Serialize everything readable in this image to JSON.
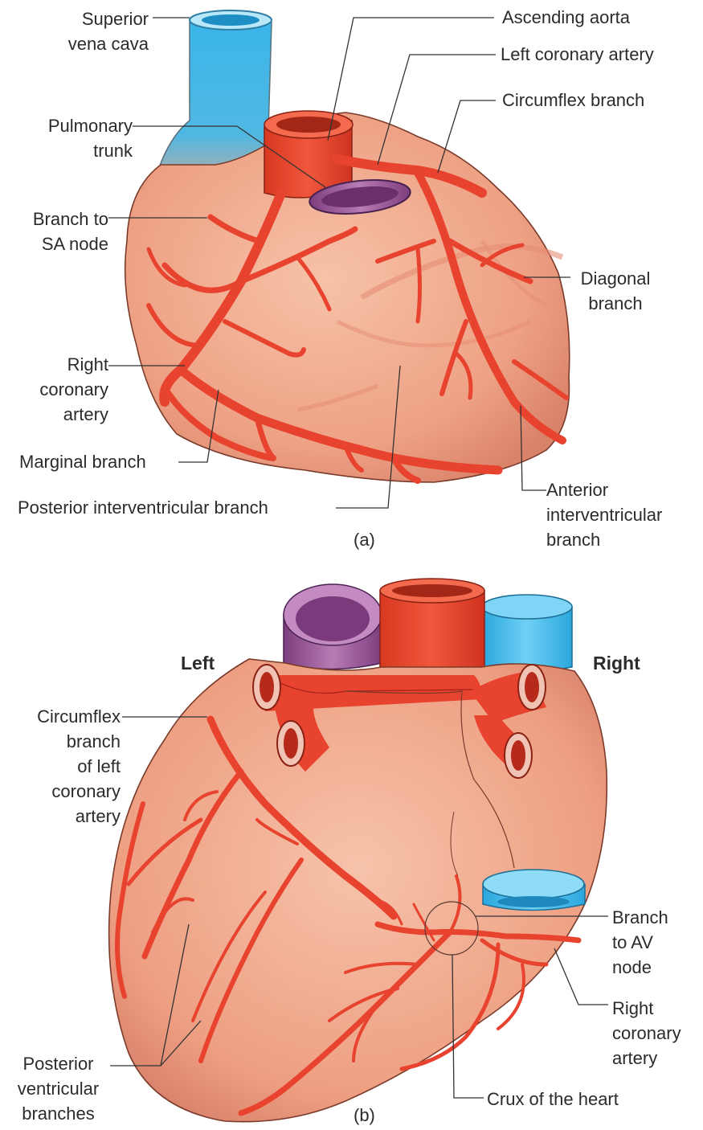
{
  "figure_a": {
    "caption": "(a)",
    "labels": {
      "superior_vena_cava": "Superior\nvena cava",
      "ascending_aorta": "Ascending aorta",
      "left_coronary_artery": "Left coronary artery",
      "circumflex_branch": "Circumflex branch",
      "pulmonary_trunk": "Pulmonary\ntrunk",
      "branch_to_sa_node": "Branch to\nSA node",
      "diagonal_branch": "Diagonal\nbranch",
      "right_coronary_artery": "Right\ncoronary\nartery",
      "marginal_branch": "Marginal branch",
      "posterior_interventricular_branch": "Posterior interventricular branch",
      "anterior_interventricular_branch": "Anterior\ninterventricular\nbranch"
    }
  },
  "figure_b": {
    "caption": "(b)",
    "labels": {
      "left": "Left",
      "right": "Right",
      "circumflex_branch_of_left_coronary_artery": "Circumflex\nbranch\nof left\ncoronary\nartery",
      "branch_to_av_node": "Branch\nto AV\nnode",
      "right_coronary_artery": "Right\ncoronary\nartery",
      "posterior_ventricular_branches": "Posterior\nventricular\nbranches",
      "crux_of_the_heart": "Crux of the heart"
    }
  },
  "colors": {
    "heart_fill": "#f0a98c",
    "heart_stroke": "#7a3b2a",
    "artery": "#e8432f",
    "artery_dark": "#a3221a",
    "vein_blue": "#3fb6e8",
    "pulmonary_purple": "#9b5a9a"
  }
}
